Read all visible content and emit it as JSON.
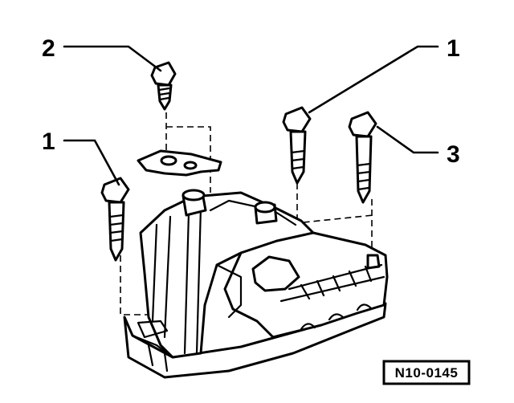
{
  "callouts": {
    "bolt_left": "1",
    "bolt_top": "2",
    "bolt_right_top": "1",
    "bolt_right_long": "3"
  },
  "figure_ref": "N10-0145",
  "colors": {
    "ink": "#000000",
    "paper": "#ffffff"
  }
}
